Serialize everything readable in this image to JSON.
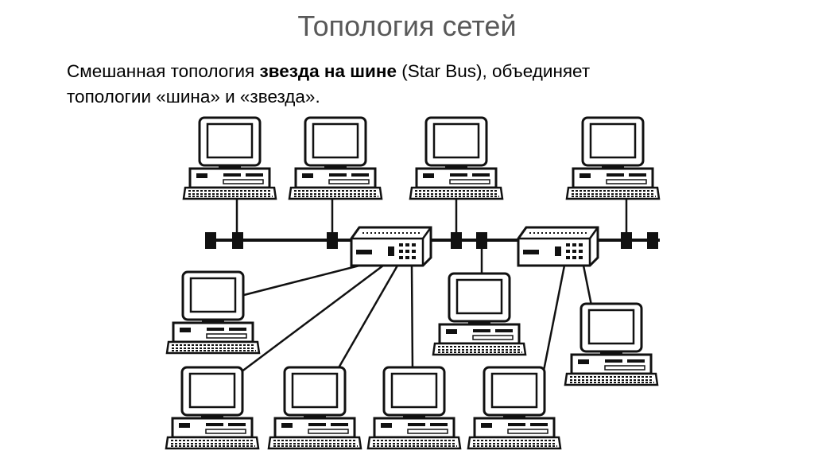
{
  "slide": {
    "title": "Топология сетей",
    "description": {
      "part1": "Смешанная топология ",
      "bold": "звезда на шине",
      "part2": " (Star Bus), объединяет",
      "line2": "топологии «шина» и «звезда»."
    }
  }
}
